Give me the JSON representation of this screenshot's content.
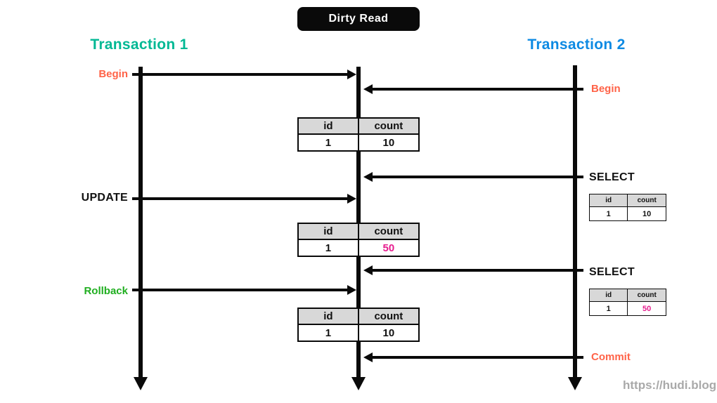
{
  "title": "Dirty Read",
  "watermark": "https://hudi.blog",
  "colors": {
    "transaction1_accent": "#00b894",
    "transaction2_accent": "#0d8ae3",
    "begin_commit_accent": "#ff6348",
    "rollback_accent": "#1fae1f",
    "dirty_value_accent": "#e61c8e",
    "table_header_bg": "#d8d8d8",
    "line_color": "#0a0a0a"
  },
  "transaction1": {
    "title": "Transaction 1",
    "events": {
      "begin": "Begin",
      "update": "UPDATE",
      "rollback": "Rollback"
    }
  },
  "transaction2": {
    "title": "Transaction 2",
    "events": {
      "begin": "Begin",
      "select1": "SELECT",
      "select2": "SELECT",
      "commit": "Commit"
    }
  },
  "table_headers": {
    "id": "id",
    "count": "count"
  },
  "center_tables": [
    {
      "id": "1",
      "count": "10"
    },
    {
      "id": "1",
      "count": "50"
    },
    {
      "id": "1",
      "count": "10"
    }
  ],
  "side_tables": [
    {
      "id": "1",
      "count": "10"
    },
    {
      "id": "1",
      "count": "50"
    }
  ]
}
